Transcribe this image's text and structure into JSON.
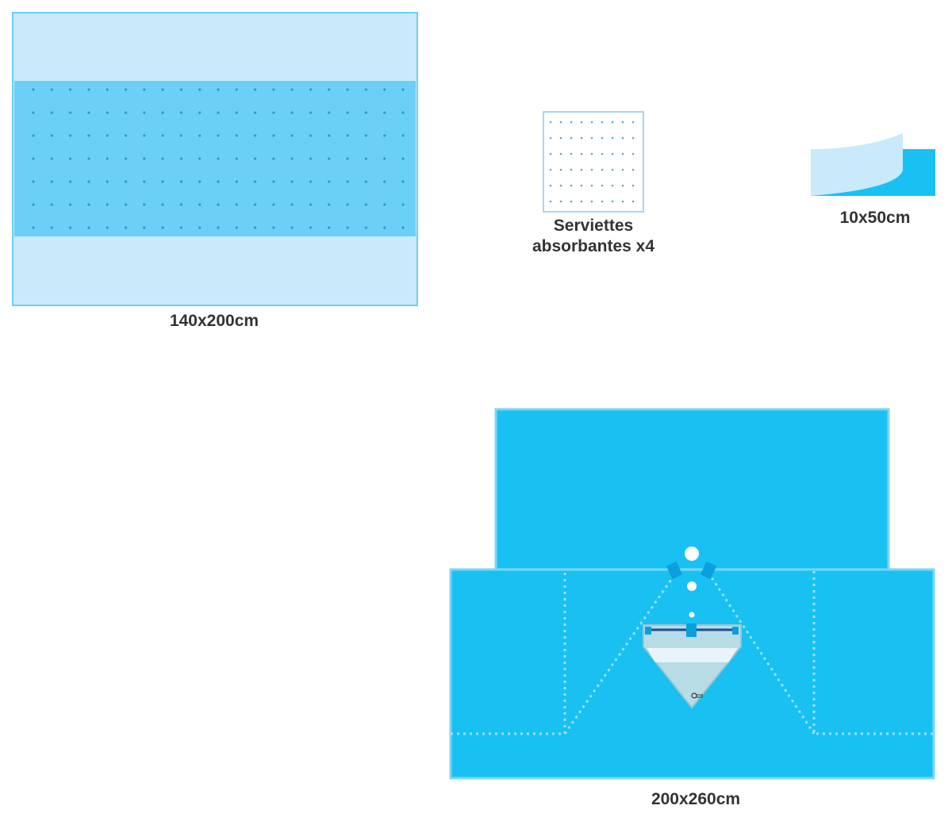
{
  "items": [
    {
      "label": "140x200cm"
    },
    {
      "label": "Serviettes absorbantes x4"
    },
    {
      "label": "10x50cm"
    },
    {
      "label": "200x260cm"
    }
  ],
  "colors": {
    "light": "#c8eafb",
    "mid": "#6ccff6",
    "bright": "#18c1f2",
    "dot": "#1aa0dc",
    "border": "#7bd6f7"
  }
}
